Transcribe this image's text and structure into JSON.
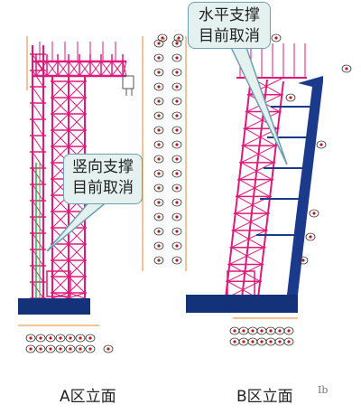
{
  "callouts": {
    "left_line1": "竖向支撑",
    "left_line2": "目前取消",
    "right_line1": "水平支撑",
    "right_line2": "目前取消"
  },
  "captions": {
    "a_zone": "A区立面",
    "b_zone": "B区立面"
  },
  "watermark": "Ib",
  "colors": {
    "truss": "#e0197a",
    "base_slab": "#14327a",
    "wall": "#1c3a8c",
    "green_member": "#3aa84a",
    "dimension": "#e08a2a",
    "marker": "#c01818",
    "callout_fill": "#e4f1ee",
    "callout_border": "#6a9fb5"
  }
}
